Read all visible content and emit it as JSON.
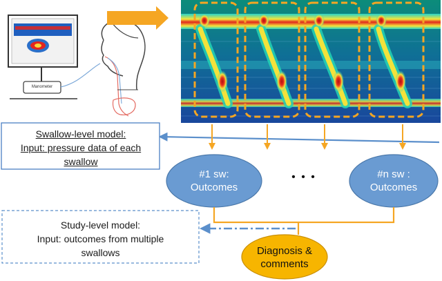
{
  "swallow_box": {
    "line1": "Swallow-level model:",
    "line2": "Input: pressure data of each",
    "line3": "swallow"
  },
  "study_box": {
    "line1": "Study-level model:",
    "line2": "Input: outcomes from multiple",
    "line3": "swallows"
  },
  "nodes": {
    "first": {
      "line1": "#1 sw:",
      "line2": "Outcomes"
    },
    "ellipsis": "• • •",
    "last": {
      "line1": "#n sw :",
      "line2": "Outcomes"
    },
    "diagnosis": {
      "line1": "Diagnosis &",
      "line2": "comments"
    }
  },
  "device_label": "Manometer",
  "colors": {
    "accent_orange": "#F5A623",
    "node_blue": "#6A9BD2",
    "node_border": "#4A78AA",
    "node_yellow": "#F7B500",
    "arrow_blue": "#5B8FCB",
    "box_border": "#4A7FC4"
  }
}
